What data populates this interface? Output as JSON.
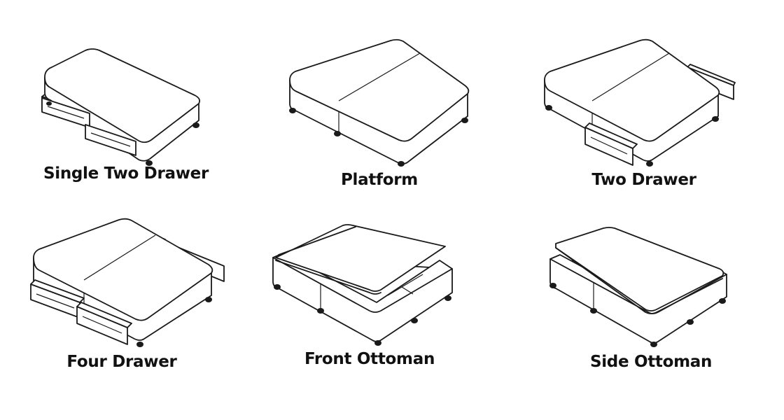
{
  "items": [
    {
      "label": "Single Two Drawer",
      "icon": "single-two-drawer-bed-icon"
    },
    {
      "label": "Platform",
      "icon": "platform-bed-icon"
    },
    {
      "label": "Two Drawer",
      "icon": "two-drawer-bed-icon"
    },
    {
      "label": "Four Drawer",
      "icon": "four-drawer-bed-icon"
    },
    {
      "label": "Front Ottoman",
      "icon": "front-ottoman-bed-icon"
    },
    {
      "label": "Side Ottoman",
      "icon": "side-ottoman-bed-icon"
    }
  ]
}
